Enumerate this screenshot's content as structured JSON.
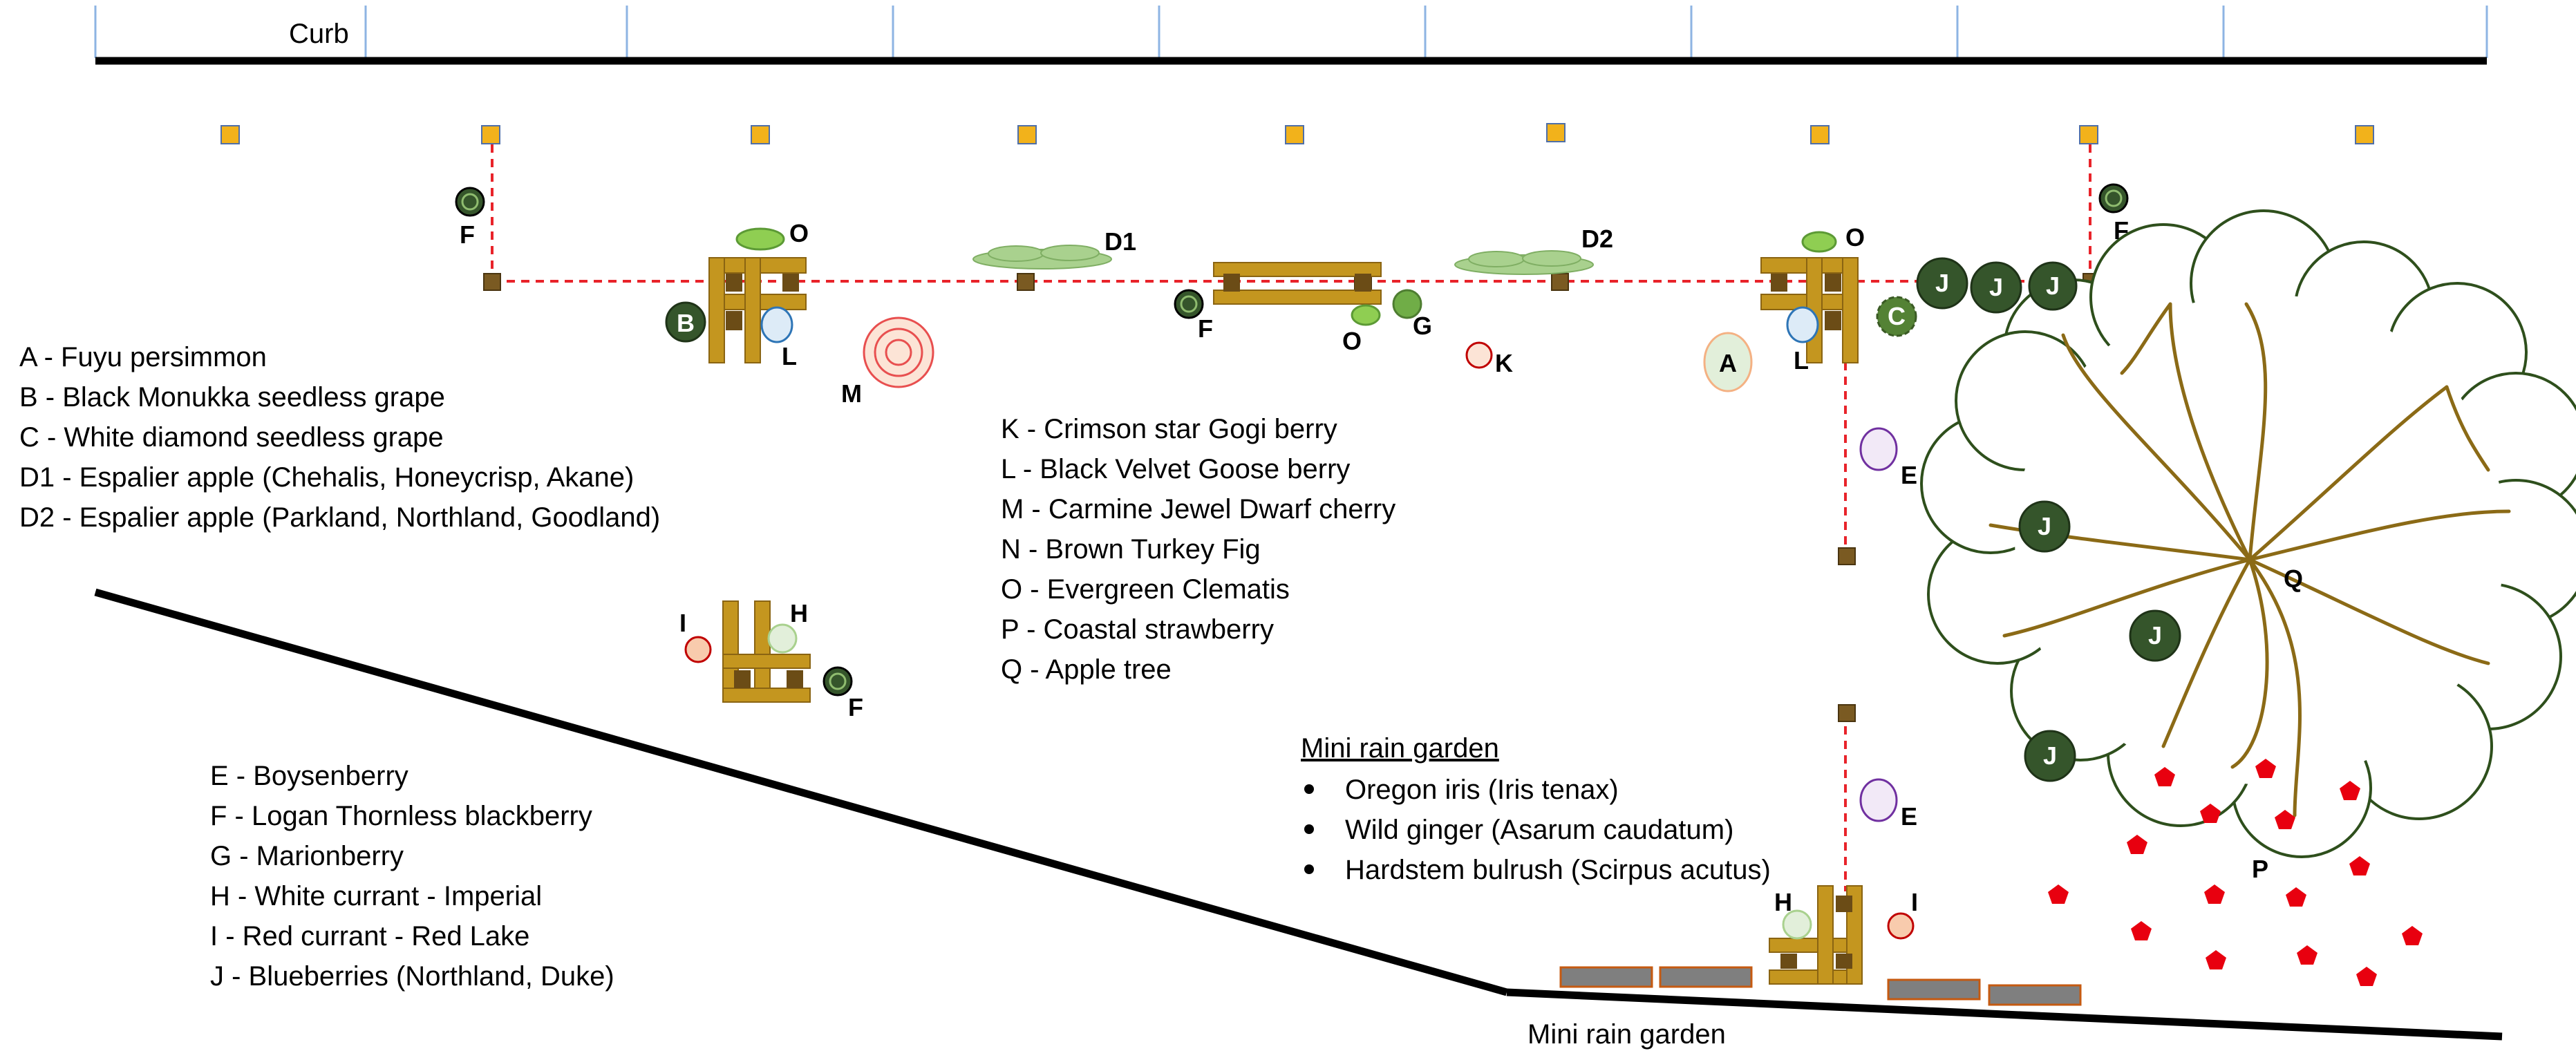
{
  "curb_label": "Curb",
  "colors": {
    "post_fill": "#f2b21b",
    "anchor_fill": "#7a5a22",
    "wire": "#e8232a",
    "trellis_wood": "#c4961f",
    "trellis_dark": "#6b4c16",
    "dark_shrub": "#35552b",
    "light_shrub": "#8fce52",
    "apple_crown_stroke": "#2e4f1c",
    "branch": "#8b6a16",
    "strawberry": "#e8000f",
    "paver": "#7f7f7f",
    "paver_edge": "#c55a11"
  },
  "legend_left_top": [
    "A - Fuyu persimmon",
    "B - Black Monukka seedless grape",
    "C - White diamond seedless grape",
    "D1 - Espalier apple (Chehalis, Honeycrisp, Akane)",
    "D2 - Espalier apple (Parkland, Northland, Goodland)"
  ],
  "legend_left_bottom": [
    "E - Boysenberry",
    "F - Logan Thornless blackberry",
    "G - Marionberry",
    "H - White currant - Imperial",
    "I - Red currant - Red Lake",
    "J - Blueberries (Northland, Duke)"
  ],
  "legend_center": [
    "K - Crimson star Gogi berry",
    "L - Black Velvet Goose berry",
    "M - Carmine Jewel Dwarf cherry",
    "N - Brown Turkey Fig",
    "O - Evergreen Clematis",
    "P - Coastal strawberry",
    "Q - Apple tree"
  ],
  "rain_garden": {
    "heading": "Mini rain garden",
    "items": [
      "Oregon iris (Iris tenax)",
      "Wild ginger (Asarum caudatum)",
      "Hardstem bulrush (Scirpus acutus)"
    ],
    "bottom_label": "Mini rain garden"
  },
  "plant_labels": {
    "F_top_left": "F",
    "O_left": "O",
    "D1": "D1",
    "D2": "D2",
    "O_right": "O",
    "F_top_right": "F",
    "B": "B",
    "L_left": "L",
    "M": "M",
    "F_mid": "F",
    "O_mid": "O",
    "G": "G",
    "K": "K",
    "A": "A",
    "L_right": "L",
    "C": "C",
    "J1": "J",
    "J2": "J",
    "J3": "J",
    "E_upper": "E",
    "J4": "J",
    "Q": "Q",
    "J5": "J",
    "J6": "J",
    "I_left": "I",
    "H_left": "H",
    "F_lower": "F",
    "E_lower": "E",
    "H_right": "H",
    "I_right": "I",
    "P": "P"
  }
}
